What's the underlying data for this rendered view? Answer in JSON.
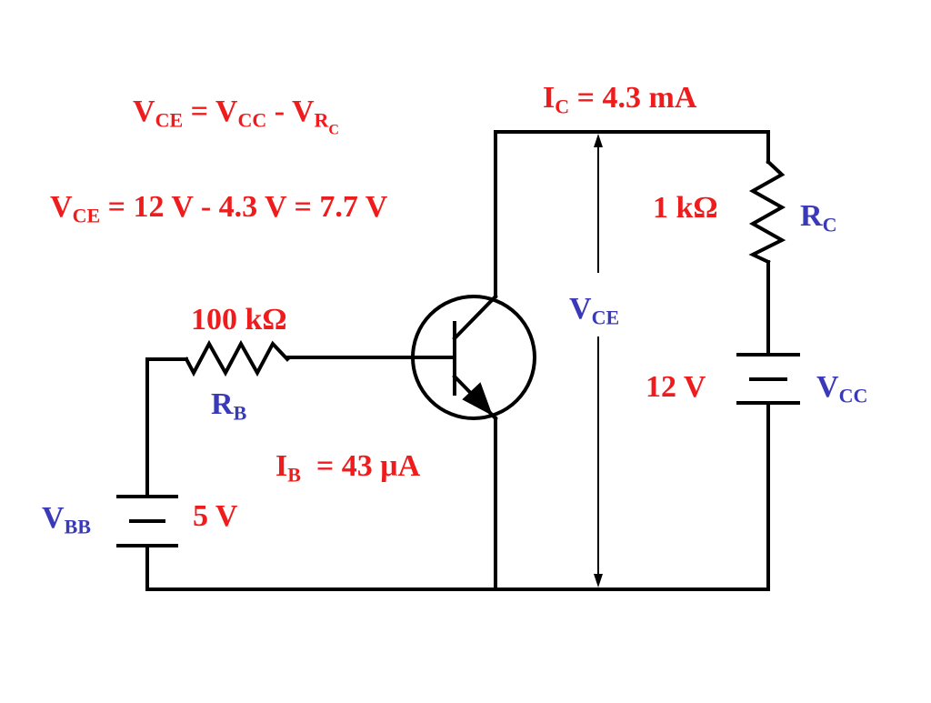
{
  "equations": {
    "vce_formula": {
      "lhs_main": "V",
      "lhs_sub": "CE",
      "op": " = ",
      "t1_main": "V",
      "t1_sub": "CC",
      "minus": " - ",
      "t2_main": "V",
      "t2_sub": "R",
      "t2_subsub": "C"
    },
    "vce_calc": {
      "lhs_main": "V",
      "lhs_sub": "CE",
      "rest": " = 12 V - 4.3 V = 7.7 V"
    }
  },
  "labels": {
    "ic": {
      "main": "I",
      "sub": "C",
      "rest": " = 4.3 mA"
    },
    "rc_value": "1 kΩ",
    "rc_name": {
      "main": "R",
      "sub": "C"
    },
    "rb_value": "100 kΩ",
    "rb_name": {
      "main": "R",
      "sub": "B"
    },
    "vce_measure": {
      "main": "V",
      "sub": "CE"
    },
    "vcc_value": "12 V",
    "vcc_name": {
      "main": "V",
      "sub": "CC"
    },
    "ib": {
      "main": "I",
      "sub": "B",
      "rest": "  = 43 μA"
    },
    "vbb_name": {
      "main": "V",
      "sub": "BB"
    },
    "vbb_value": "5 V"
  },
  "colors": {
    "value_text": "#ee1c1c",
    "name_text": "#3a3ab8",
    "wire": "#000000"
  }
}
